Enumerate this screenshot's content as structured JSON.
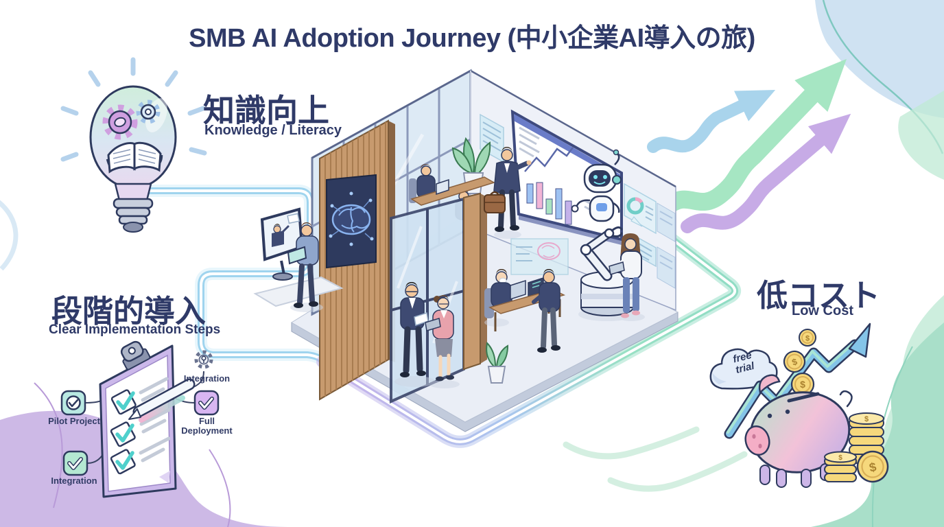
{
  "title": "SMB AI Adoption Journey (中小企業AI導入の旅)",
  "sections": {
    "knowledge": {
      "heading": "知識向上",
      "subheading": "Knowledge / Literacy"
    },
    "implementation": {
      "heading": "段階的導入",
      "subheading": "Clear Implementation Steps",
      "badge_pilot": "Pilot Project",
      "badge_integration_top": "Integration",
      "badge_full_deployment": "Full Deployment",
      "badge_integration_bottom": "Integration"
    },
    "low_cost": {
      "heading": "低コスト",
      "subheading": "Low Cost",
      "cloud_line1": "free",
      "cloud_line2": "trial",
      "coin_symbol": "$"
    }
  },
  "icons": {
    "lightbulb-icon": "idea / knowledge",
    "gear-icon": "process",
    "book-icon": "learning",
    "clipboard-icon": "checklist",
    "checkmark-icon": "done step",
    "cloud-icon": "free trial cloud",
    "piggy-bank-icon": "savings",
    "coin-icon": "money",
    "growth-arrow-icon": "growth",
    "robot-icon": "AI assistant",
    "robot-arm-icon": "automation",
    "brain-icon": "AI neural network"
  },
  "palette": {
    "heading_navy": "#2f3a68",
    "outline_navy": "#2e3a5e",
    "path_blue": "#9fd4ee",
    "path_green": "#98e0c4",
    "path_purple": "#c8b0ea",
    "arrow_blue": "#a9d4ec",
    "arrow_green": "#a6e6c3",
    "arrow_purple": "#c7abe6",
    "wood": "#c79a6e",
    "coin_gold": "#f6d87c",
    "badge_teal": "#b9e9e2",
    "badge_mint": "#b4e8d2",
    "badge_purple": "#d8b6f2",
    "blob_purple": "#cdb9e6",
    "blob_mint": "#a9dfc9",
    "blob_blue": "#cfe2f2"
  }
}
